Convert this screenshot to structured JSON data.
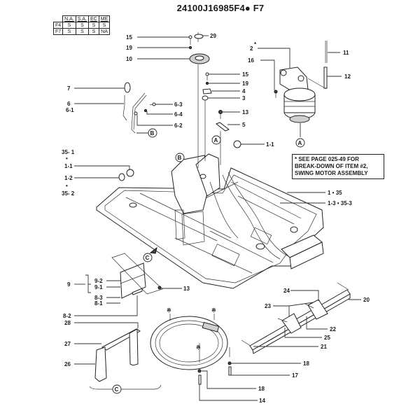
{
  "title": "24100J16985F4● F7",
  "availability_table": {
    "columns": [
      "N.A.",
      "S.A.",
      "EC",
      "ME"
    ],
    "rows": [
      {
        "model": "F4",
        "values": [
          "S",
          "S",
          "S",
          "S"
        ]
      },
      {
        "model": "F7",
        "values": [
          "S",
          "S",
          "S",
          "NA"
        ]
      }
    ]
  },
  "note": "* SEE PAGE 025-49 FOR BREAK-DOWN OF ITEM #2, SWING MOTOR ASSEMBLY",
  "callouts": {
    "p15a": "15",
    "p19a": "19",
    "p10": "10",
    "p29": "29",
    "p2": "2",
    "p2_star": "*",
    "p16": "16",
    "p11": "11",
    "p12": "12",
    "p15b": "15",
    "p19b": "19",
    "p4": "4",
    "p3": "3",
    "p13a": "13",
    "p5": "5",
    "p7": "7",
    "p6": "6",
    "p6_1": "6-1",
    "p6_3": "6-3",
    "p6_4": "6-4",
    "p6_2": "6-2",
    "p35_1": "35- 1",
    "p1_1a": "1-1",
    "p1_2": "1-2",
    "p35_2": "35- 2",
    "dot": "•",
    "p1_1b": "1-1",
    "p1_35": "1 • 35",
    "p1_3": "1-3  • 35-3",
    "p9": "9",
    "p9_2": "9-2",
    "p9_1": "9-1",
    "p8_3": "8-3",
    "p8_1": "8-1",
    "p8_2": "8-2",
    "p13b": "13",
    "p28": "28",
    "p27": "27",
    "p26": "26",
    "p24": "24",
    "p23": "23",
    "p20": "20",
    "p22": "22",
    "p25": "25",
    "p21": "21",
    "p18a": "18",
    "p17": "17",
    "p18b": "18",
    "p14": "14"
  },
  "reference_markers": {
    "A": "A",
    "B": "B",
    "C": "C",
    "asterisk_symbol": "※"
  }
}
